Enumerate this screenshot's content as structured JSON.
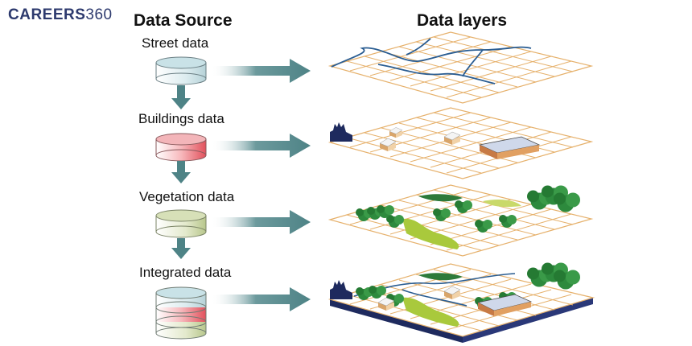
{
  "logo": {
    "bold": "CAREERS",
    "light": "360"
  },
  "headings": {
    "source": "Data Source",
    "layers": "Data layers"
  },
  "sources": [
    {
      "label": "Street data"
    },
    {
      "label": "Buildings data"
    },
    {
      "label": "Vegetation data"
    },
    {
      "label": "Integrated data"
    }
  ],
  "colors": {
    "street_cyl": "#c9e2e7",
    "buildings_cyl": "#f08c92",
    "vegetation_cyl": "#d7e0b8",
    "arrow": "#4e8386",
    "grid": "#e6b16c",
    "street": "#2a5d92",
    "tree": "#2d8a3d",
    "field": "#a9c93c",
    "base": "#1e2a5e"
  }
}
